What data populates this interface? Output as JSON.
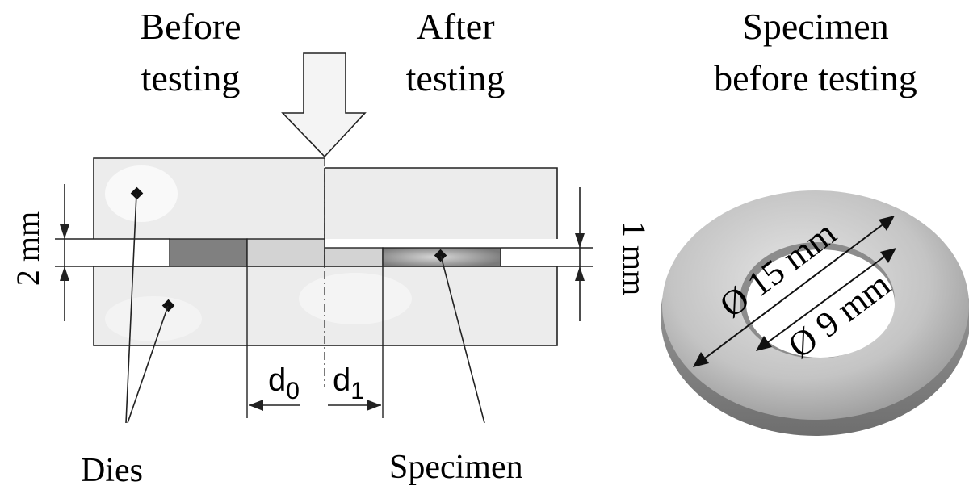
{
  "labels": {
    "before_line1": "Before",
    "before_line2": "testing",
    "after_line1": "After",
    "after_line2": "testing",
    "photo_title_line1": "Specimen",
    "photo_title_line2": "before testing",
    "thickness_before": "2 mm",
    "thickness_after": "1 mm",
    "d0_base": "d",
    "d0_sub": "0",
    "d1_base": "d",
    "d1_sub": "1",
    "dies": "Dies",
    "specimen": "Specimen",
    "outer_diameter": "Ø 15 mm",
    "inner_diameter": "Ø 9 mm"
  },
  "colors": {
    "die_fill": "#ececec",
    "specimen_before": "#808080",
    "specimen_compressed": "#d3d3d3",
    "specimen_after": "#7a7a7a",
    "washer_metal": "#bdbdbd"
  }
}
